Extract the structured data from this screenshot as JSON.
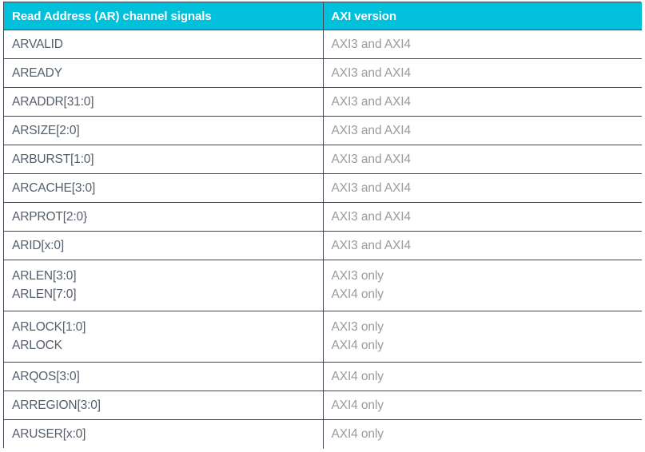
{
  "table": {
    "columns": [
      {
        "key": "signal",
        "label": "Read Address (AR) channel signals"
      },
      {
        "key": "version",
        "label": "AXI version"
      }
    ],
    "header": {
      "signal_label": "Read Address (AR) channel signals",
      "version_label": "AXI version",
      "background_color": "#00c0dc",
      "text_color": "#ffffff"
    },
    "style": {
      "border_color": "#3d4550",
      "signal_text_color": "#555f6b",
      "version_text_color": "#9b9b9b",
      "body_background": "#ffffff"
    },
    "rows": [
      {
        "signal": "ARVALID",
        "version": "AXI3 and AXI4"
      },
      {
        "signal": "AREADY",
        "version": "AXI3 and AXI4"
      },
      {
        "signal": "ARADDR[31:0]",
        "version": "AXI3 and AXI4"
      },
      {
        "signal": "ARSIZE[2:0]",
        "version": "AXI3 and AXI4"
      },
      {
        "signal": "ARBURST[1:0]",
        "version": "AXI3 and AXI4"
      },
      {
        "signal": "ARCACHE[3:0]",
        "version": "AXI3 and AXI4"
      },
      {
        "signal": "ARPROT[2:0}",
        "version": "AXI3 and AXI4"
      },
      {
        "signal": "ARID[x:0]",
        "version": "AXI3 and AXI4"
      },
      {
        "signal_line1": "ARLEN[3:0]",
        "signal_line2": "ARLEN[7:0]",
        "version_line1": "AXI3 only",
        "version_line2": "AXI4 only"
      },
      {
        "signal_line1": "ARLOCK[1:0]",
        "signal_line2": "ARLOCK",
        "version_line1": "AXI3 only",
        "version_line2": "AXI4 only"
      },
      {
        "signal": "ARQOS[3:0]",
        "version": "AXI4 only"
      },
      {
        "signal": "ARREGION[3:0]",
        "version": "AXI4 only"
      },
      {
        "signal": "ARUSER[x:0]",
        "version": "AXI4 only"
      }
    ]
  }
}
